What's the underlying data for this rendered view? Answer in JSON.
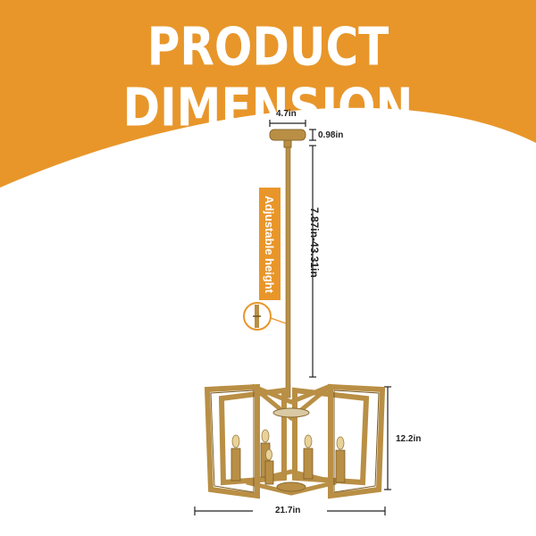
{
  "header": {
    "title": "PRODUCT DIMENSION",
    "background_color": "#e8962a"
  },
  "dimensions": {
    "canopy_width": "4.7in",
    "canopy_height": "0.98in",
    "rod_length": "7.87in-43.31in",
    "body_height": "12.2in",
    "body_width": "21.7in"
  },
  "callout": {
    "label": "Adjustable height",
    "color": "#e8962a"
  },
  "product": {
    "icon": "chandelier-icon",
    "frame_color": "#b98f45"
  }
}
